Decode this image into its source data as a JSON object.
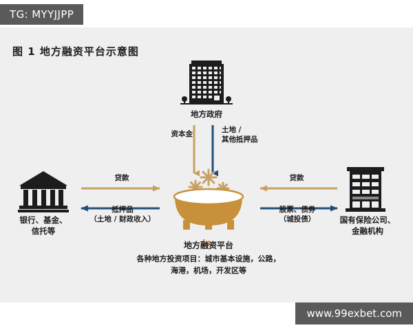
{
  "overlay": {
    "tg_badge": "TG: MYYJJPP",
    "watermark": "www.99exbet.com"
  },
  "figure": {
    "title": "图 1  地方融资平台示意图",
    "colors": {
      "card_background": "#efefef",
      "page_background": "#ffffff",
      "gold_arrow": "#c9a063",
      "blue_arrow": "#1f4e79",
      "pot_body": "#c8903a",
      "pot_rim": "#ffffff",
      "icon_dark": "#1c1c1c",
      "badge_gray": "#5a5a5a",
      "text": "#1c1c1c"
    }
  },
  "nodes": {
    "government": {
      "label": "地方政府",
      "icon": "government-building-icon"
    },
    "bank": {
      "label": "银行、基金、\n信托等",
      "icon": "bank-columns-icon"
    },
    "insurer": {
      "label": "国有保险公司、\n金融机构",
      "icon": "office-building-icon"
    },
    "platform": {
      "title": "地方融资平台",
      "description": "各种地方投资项目：城市基本设施，公路，\n海港，机场，开发区等",
      "icon": "cooking-pot-icon"
    }
  },
  "flows": {
    "gov_to_platform_capital": {
      "label": "资本金",
      "color": "#c9a063",
      "direction": "down"
    },
    "gov_to_platform_collateral": {
      "label": "土地 /\n其他抵押品",
      "color": "#1f4e79",
      "direction": "down"
    },
    "bank_to_platform_loan": {
      "label": "贷款",
      "color": "#c9a063",
      "direction": "right"
    },
    "platform_to_bank_collateral": {
      "label": "抵押品\n（土地 / 财政收入）",
      "color": "#1f4e79",
      "direction": "left"
    },
    "insurer_to_platform_loan": {
      "label": "贷款",
      "color": "#c9a063",
      "direction": "left"
    },
    "platform_to_insurer_bonds": {
      "label": "股票、债券\n（城投债）",
      "color": "#1f4e79",
      "direction": "right"
    }
  }
}
